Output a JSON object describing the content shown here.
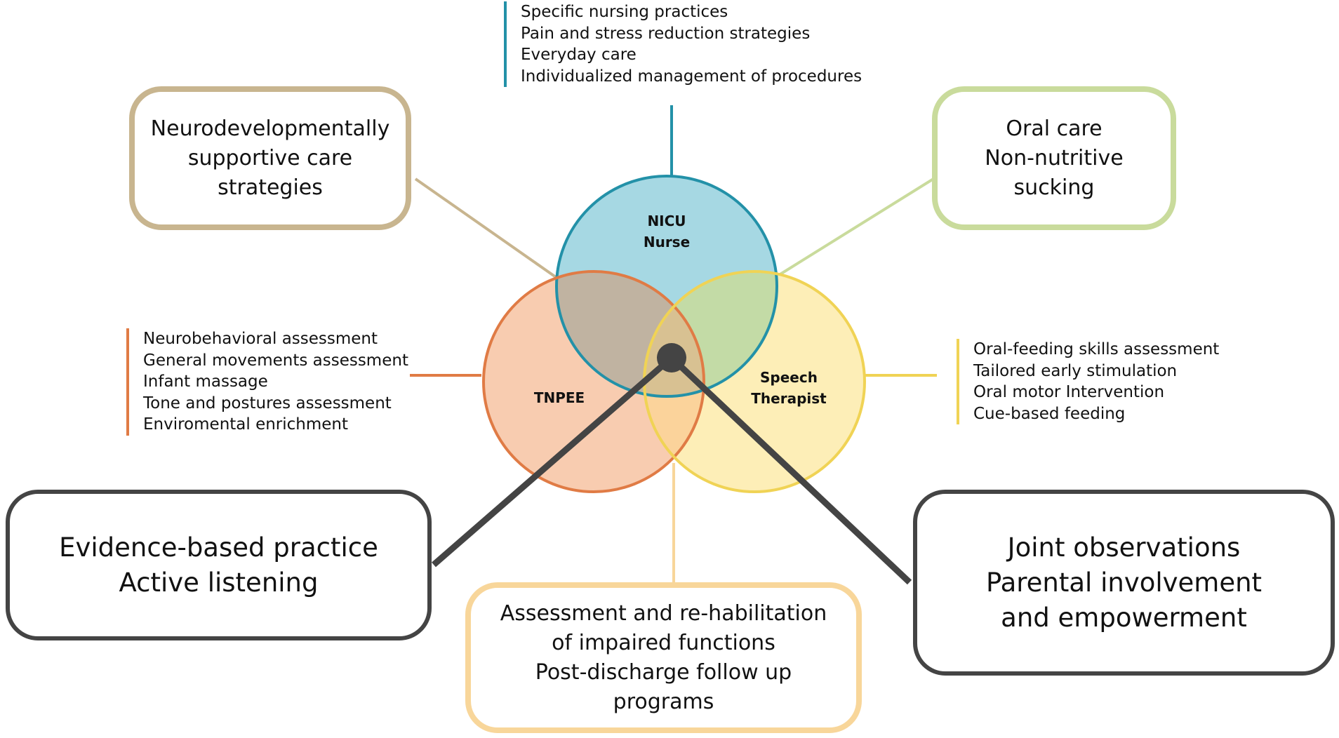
{
  "circles": {
    "nurse": {
      "lines": [
        "NICU",
        "Nurse"
      ],
      "color": "#a6d8e3",
      "stroke": "#2391a8"
    },
    "tnpee": {
      "lines": [
        "TNPEE"
      ],
      "color": "#f8ccb0",
      "stroke": "#e07b45"
    },
    "speech": {
      "lines": [
        "Speech",
        "Therapist"
      ],
      "color": "#fdeeb7",
      "stroke": "#f0d355"
    }
  },
  "nurse_practices": [
    "Specific nursing practices",
    "Pain and stress reduction strategies",
    "Everyday care",
    "Individualized management of procedures"
  ],
  "tnpee_practices": [
    "Neurobehavioral assessment",
    "General movements assessment",
    "Infant massage",
    "Tone and postures assessment",
    "Enviromental enrichment"
  ],
  "speech_practices": [
    "Oral-feeding skills assessment",
    "Tailored early stimulation",
    "Oral motor Intervention",
    "Cue-based feeding"
  ],
  "boxes": {
    "top_left": [
      "Neurodevelopmentally",
      "supportive care",
      "strategies"
    ],
    "top_right": [
      "Oral care",
      "Non-nutritive",
      "sucking"
    ],
    "bottom_left": [
      "Evidence-based practice",
      "Active listening"
    ],
    "bottom_right": [
      "Joint observations",
      "Parental involvement",
      "and empowerment"
    ],
    "bottom_center": [
      "Assessment and re-habilitation",
      "of impaired functions",
      "Post-discharge follow up",
      "programs"
    ]
  }
}
